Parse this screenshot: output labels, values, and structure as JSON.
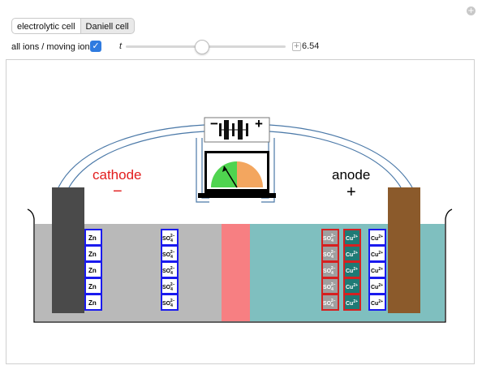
{
  "tabs": {
    "electrolytic": "electrolytic cell",
    "daniell": "Daniell cell"
  },
  "controls": {
    "toggle_label": "all ions / moving ions",
    "toggle_checked": true,
    "t_label": "t",
    "t_value": "6.54",
    "t_fraction": 0.47
  },
  "cell": {
    "cathode_label": "cathode",
    "cathode_sign": "−",
    "anode_label": "anode",
    "anode_sign": "+",
    "battery_minus": "−",
    "battery_plus": "+",
    "ions": {
      "zn": "Zn",
      "so4_base": "SO",
      "so4_sub": "4",
      "so4_sup": "2−",
      "cu_base": "Cu",
      "cu_sup": "2+"
    }
  },
  "colors": {
    "left_solution": "#b9b9b9",
    "right_solution": "#7fbfbf",
    "salt_bridge": "#f77f82",
    "cathode_electrode": "#4a4a4a",
    "anode_electrode": "#8b5a2b",
    "meter_green": "#4fd44f",
    "meter_orange": "#f3a65f",
    "wire": "#4b79a8",
    "ion_border_blue": "#1a1aee",
    "ion_border_red": "#d62020",
    "cu_teal": "#1f7a75",
    "so4_grey": "#9f9f9f"
  },
  "icons": {
    "corner": "plus-circle-icon",
    "checkbox": "checkmark-icon"
  }
}
